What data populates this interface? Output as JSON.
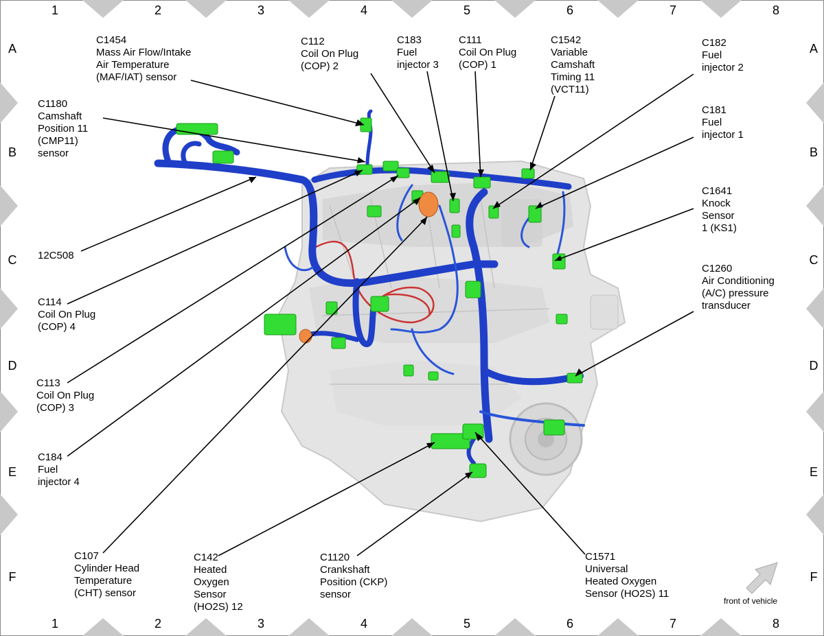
{
  "grid": {
    "columns": [
      "1",
      "2",
      "3",
      "4",
      "5",
      "6",
      "7",
      "8"
    ],
    "rows": [
      "A",
      "B",
      "C",
      "D",
      "E",
      "F"
    ]
  },
  "callouts": [
    {
      "id": "c1454",
      "text": "C1454\nMass Air Flow/Intake\nAir Temperature\n(MAF/IAT) sensor"
    },
    {
      "id": "c112",
      "text": "C112\nCoil On Plug\n(COP) 2"
    },
    {
      "id": "c183",
      "text": "C183\nFuel\ninjector 3"
    },
    {
      "id": "c111",
      "text": "C111\nCoil On Plug\n(COP) 1"
    },
    {
      "id": "c1542",
      "text": "C1542\nVariable\nCamshaft\nTiming 11\n(VCT11)"
    },
    {
      "id": "c182",
      "text": "C182\nFuel\ninjector 2"
    },
    {
      "id": "c1180",
      "text": "C1180\nCamshaft\nPosition 11\n(CMP11)\nsensor"
    },
    {
      "id": "c181",
      "text": "C181\nFuel\ninjector 1"
    },
    {
      "id": "c1641",
      "text": "C1641\nKnock\nSensor\n1 (KS1)"
    },
    {
      "id": "c12c508",
      "text": "12C508"
    },
    {
      "id": "c1260",
      "text": "C1260\nAir Conditioning\n(A/C) pressure\ntransducer"
    },
    {
      "id": "c114",
      "text": "C114\nCoil On Plug\n(COP) 4"
    },
    {
      "id": "c113",
      "text": "C113\nCoil On Plug\n(COP) 3"
    },
    {
      "id": "c184",
      "text": "C184\nFuel\ninjector 4"
    },
    {
      "id": "c107",
      "text": "C107\nCylinder Head\nTemperature\n(CHT) sensor"
    },
    {
      "id": "c142",
      "text": "C142\nHeated\nOxygen\nSensor\n(HO2S) 12"
    },
    {
      "id": "c1120",
      "text": "C1120\nCrankshaft\nPosition (CKP)\nsensor"
    },
    {
      "id": "c1571",
      "text": "C1571\nUniversal\nHeated Oxygen\nSensor (HO2S) 11"
    }
  ],
  "direction_label": "front of vehicle",
  "colors": {
    "harness": "#1f3fc8",
    "harness_dark": "#0e2a8c",
    "connector": "#33dd33",
    "engine": "#e6e6e6",
    "marker": "#c8c8c8",
    "sensor_orange": "#f08a40",
    "wire_red": "#cc3333"
  }
}
